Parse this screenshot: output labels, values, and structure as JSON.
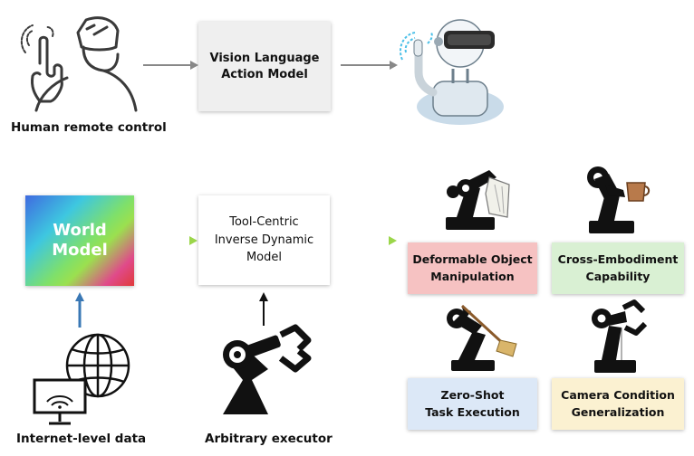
{
  "top_row": {
    "human_label": "Human remote control",
    "vla_box": [
      "Vision Language",
      "Action Model"
    ]
  },
  "bottom_row": {
    "world_model": [
      "World",
      "Model"
    ],
    "tool_box": [
      "Tool-Centric",
      "Inverse Dynamic",
      "Model"
    ],
    "internet_label": "Internet-level data",
    "executor_label": "Arbitrary executor"
  },
  "capabilities": [
    {
      "lines": [
        "Deformable Object",
        "Manipulation"
      ],
      "color": "#f6c2c2"
    },
    {
      "lines": [
        "Cross-Embodiment",
        "Capability"
      ],
      "color": "#d9f0d3"
    },
    {
      "lines": [
        "Zero-Shot",
        "Task Execution"
      ],
      "color": "#dce8f7"
    },
    {
      "lines": [
        "Camera Condition",
        "Generalization"
      ],
      "color": "#fbf1d1"
    }
  ]
}
